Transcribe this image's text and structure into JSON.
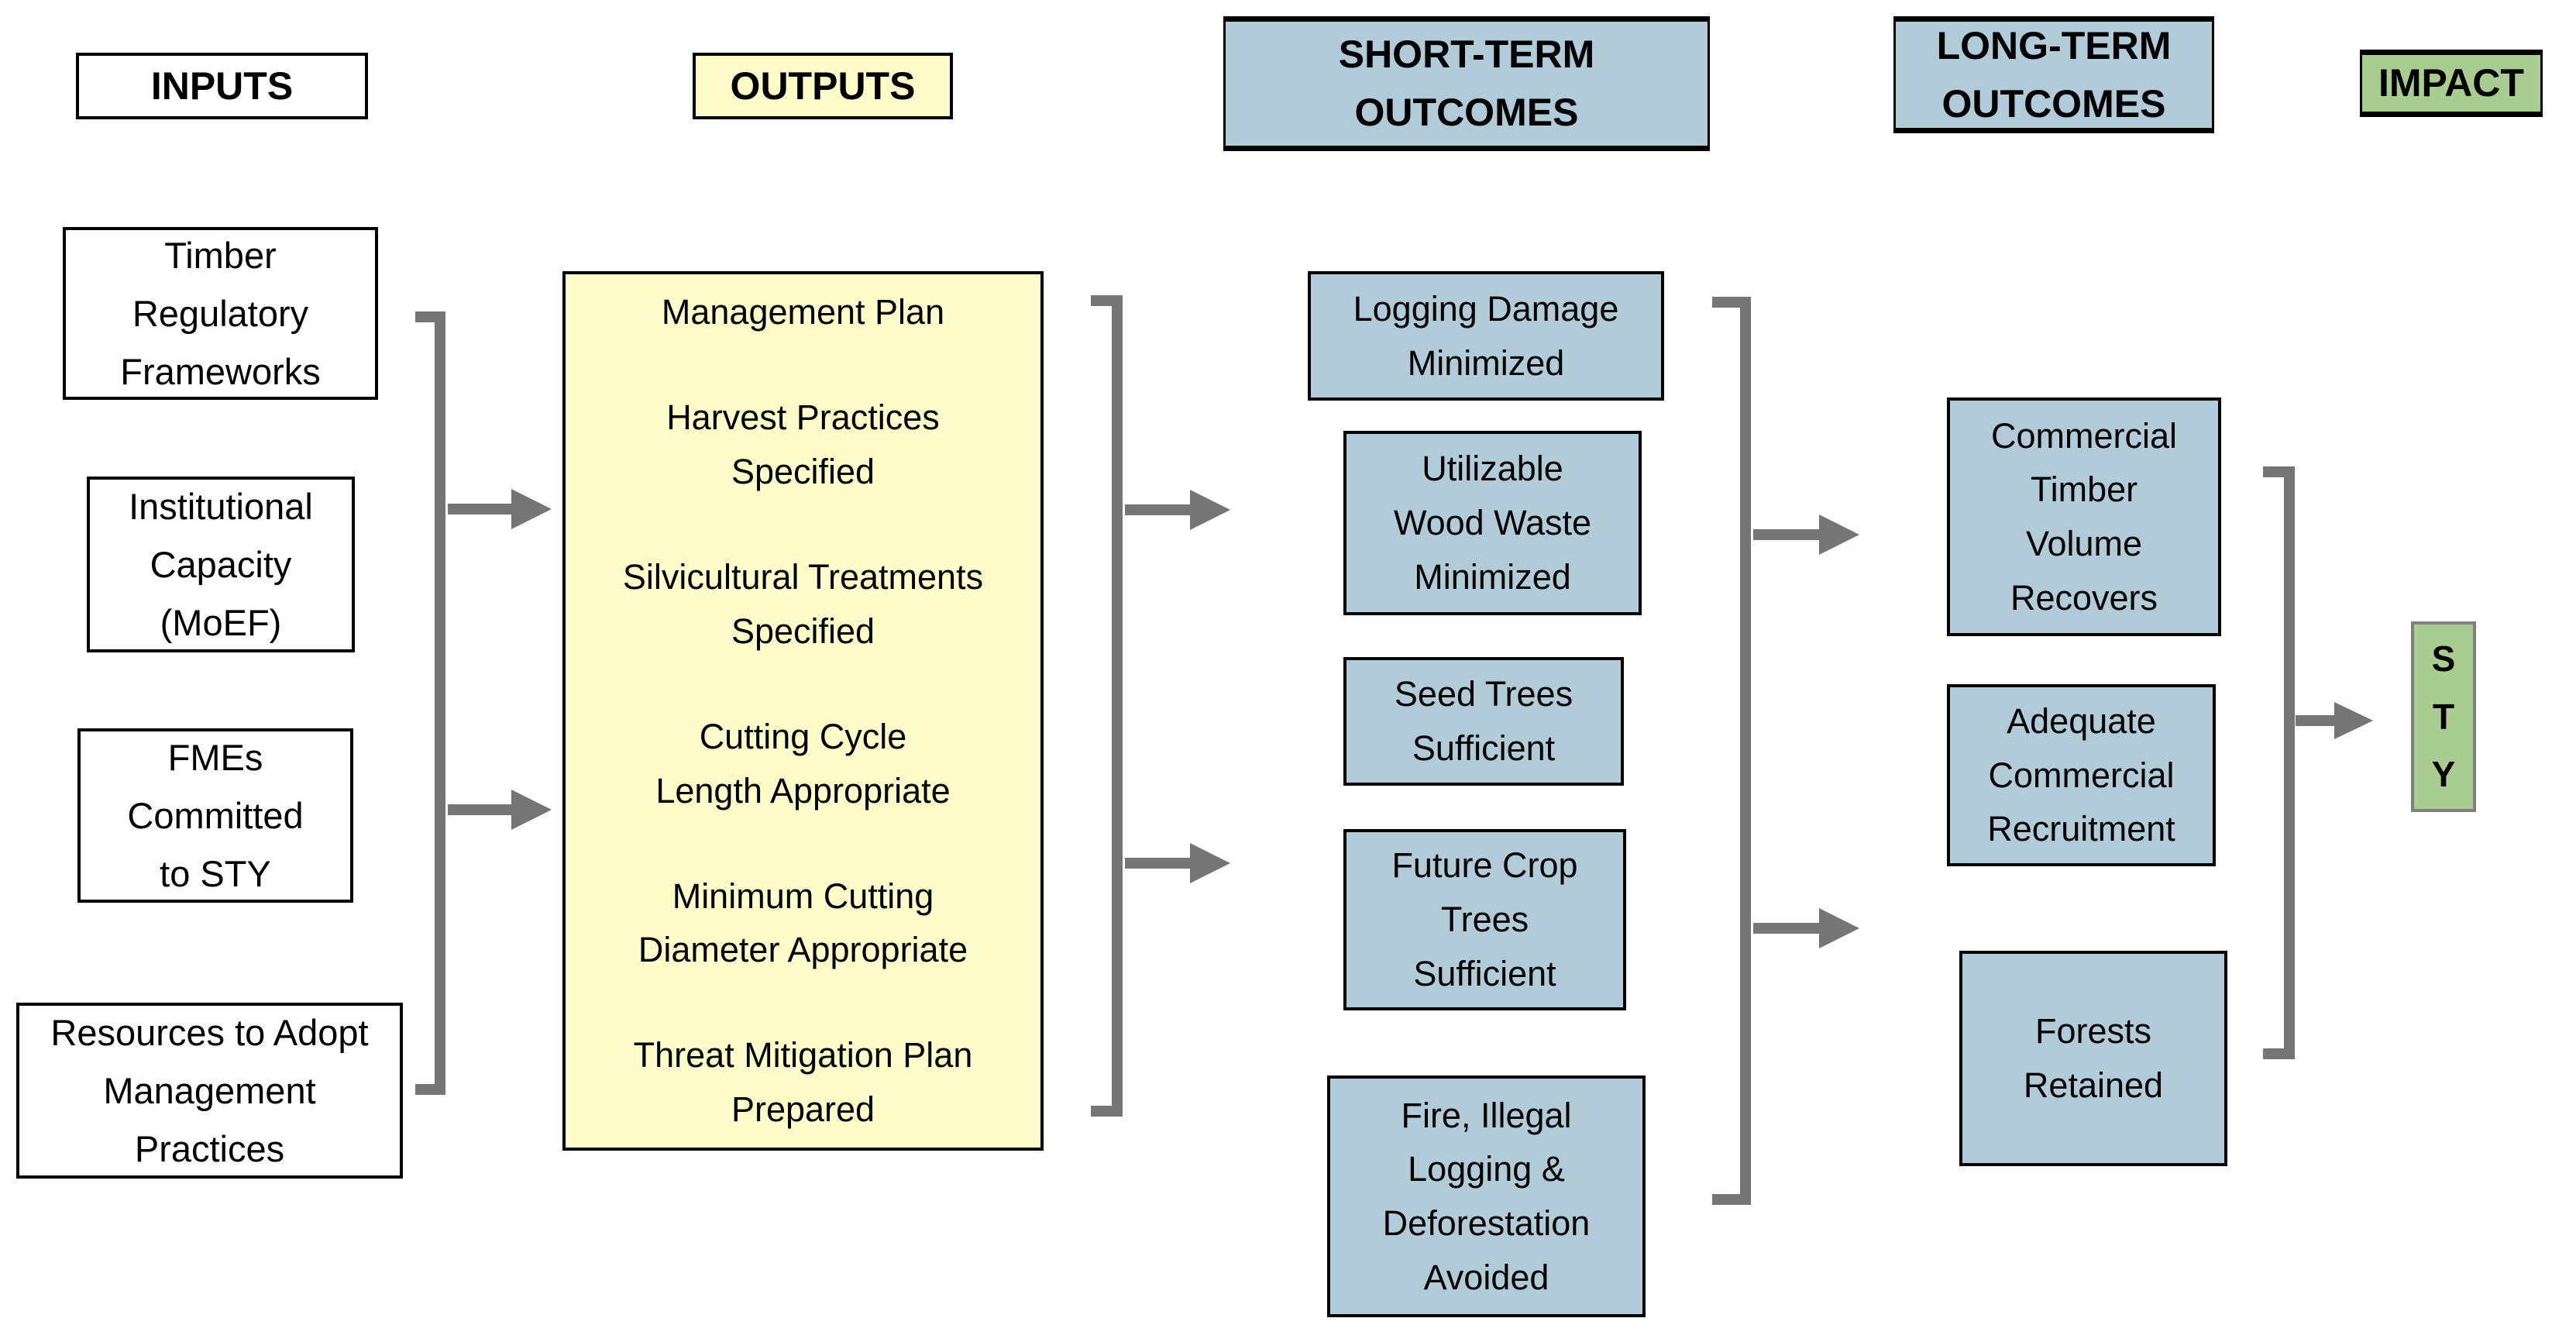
{
  "headers": {
    "inputs": "INPUTS",
    "outputs": "OUTPUTS",
    "short_term": "SHORT-TERM\nOUTCOMES",
    "long_term": "LONG-TERM\nOUTCOMES",
    "impact": "IMPACT"
  },
  "inputs": {
    "items": [
      {
        "label": "Timber\nRegulatory\nFrameworks"
      },
      {
        "label": "Institutional\nCapacity\n(MoEF)"
      },
      {
        "label": "FMEs\nCommitted\nto STY"
      },
      {
        "label": "Resources to Adopt\nManagement\nPractices"
      }
    ]
  },
  "outputs": {
    "items": [
      {
        "label": "Management Plan"
      },
      {
        "label": "Harvest Practices\nSpecified"
      },
      {
        "label": "Silvicultural Treatments\nSpecified"
      },
      {
        "label": "Cutting Cycle\nLength Appropriate"
      },
      {
        "label": "Minimum Cutting\nDiameter Appropriate"
      },
      {
        "label": "Threat Mitigation Plan\nPrepared"
      }
    ]
  },
  "short_term_outcomes": {
    "items": [
      {
        "label": "Logging Damage\nMinimized"
      },
      {
        "label": "Utilizable\nWood Waste\nMinimized"
      },
      {
        "label": "Seed Trees\nSufficient"
      },
      {
        "label": "Future Crop\nTrees\nSufficient"
      },
      {
        "label": "Fire, Illegal\nLogging &\nDeforestation\nAvoided"
      }
    ]
  },
  "long_term_outcomes": {
    "items": [
      {
        "label": "Commercial\nTimber\nVolume\nRecovers"
      },
      {
        "label": "Adequate\nCommercial\nRecruitment"
      },
      {
        "label": "Forests\nRetained"
      }
    ]
  },
  "impact": {
    "label": "S\nT\nY"
  },
  "colors": {
    "outputs_fill": "#FFFCCB",
    "outcomes_fill": "#B1CCD8",
    "impact_fill": "#A9CD90",
    "connector_gray": "#757575",
    "border_black": "#000000",
    "sty_border_gray": "#808080"
  }
}
